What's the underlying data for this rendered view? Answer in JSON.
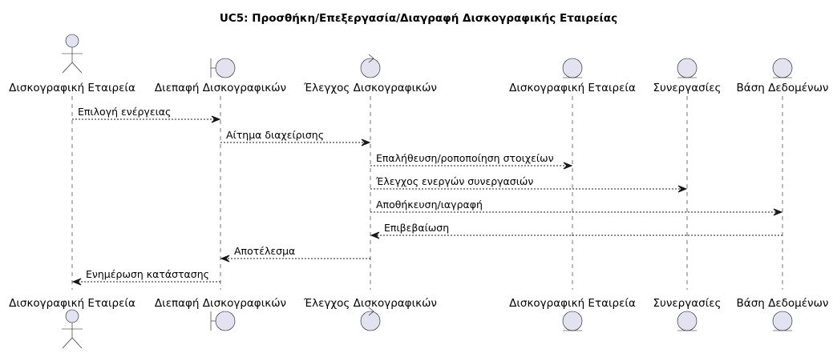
{
  "title": "UC5: Προσθήκη/Επεξεργασία/Διαγραφή Δισκογραφικής Εταιρείας",
  "participants": [
    {
      "name": "Δισκογραφική Εταιρεία",
      "kind": "actor",
      "icon": "actor-icon"
    },
    {
      "name": "Διεπαφή Δισκογραφικών",
      "kind": "boundary",
      "icon": "boundary-icon"
    },
    {
      "name": "Έλεγχος Δισκογραφικών",
      "kind": "control",
      "icon": "control-icon"
    },
    {
      "name": "Δισκογραφική Εταιρεία",
      "kind": "entity",
      "icon": "entity-icon"
    },
    {
      "name": "Συνεργασίες",
      "kind": "entity",
      "icon": "entity-icon"
    },
    {
      "name": "Βάση Δεδομένων",
      "kind": "entity",
      "icon": "entity-icon"
    }
  ],
  "messages": [
    {
      "from": 0,
      "to": 1,
      "label": "Επιλογή ενέργειας"
    },
    {
      "from": 1,
      "to": 2,
      "label": "Αίτημα διαχείρισης"
    },
    {
      "from": 2,
      "to": 3,
      "label": "Επαλήθευση/ροποποίηση στοιχείων"
    },
    {
      "from": 2,
      "to": 4,
      "label": "Έλεγχος ενεργών συνεργασιών"
    },
    {
      "from": 2,
      "to": 5,
      "label": "Αποθήκευση/ιαγραφή"
    },
    {
      "from": 5,
      "to": 2,
      "label": "Επιβεβαίωση"
    },
    {
      "from": 2,
      "to": 1,
      "label": "Αποτέλεσμα"
    },
    {
      "from": 1,
      "to": 0,
      "label": "Ενημέρωση κατάστασης"
    }
  ],
  "colors": {
    "participant_fill": "#e2e2f0",
    "line": "#181818",
    "background": "#ffffff"
  }
}
